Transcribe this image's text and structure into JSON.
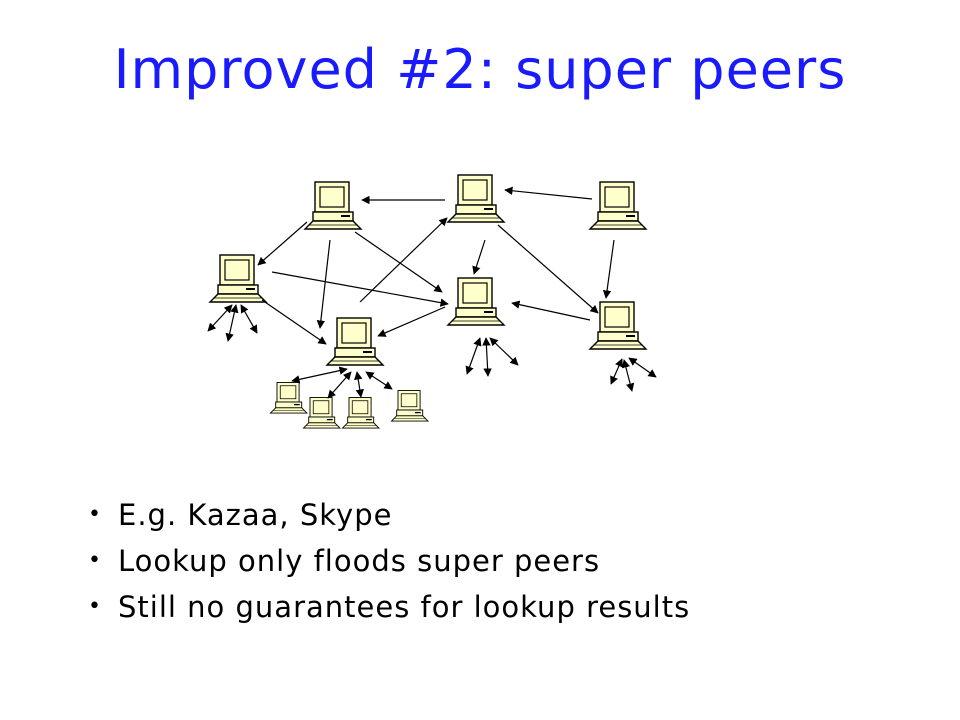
{
  "slide": {
    "title": "Improved #2: super peers",
    "bullet_marker": "•",
    "bullets": [
      "E.g. Kazaa, Skype",
      "Lookup only floods super peers",
      "Still no guarantees for lookup results"
    ]
  },
  "colors": {
    "title": "#1a1aff",
    "computer_fill": "#ffffcc",
    "line": "#000000"
  },
  "diagram": {
    "super_peers": [
      "peer-top-left",
      "peer-top-center",
      "peer-top-right",
      "peer-left",
      "peer-center",
      "peer-right",
      "peer-bottom-center"
    ],
    "ordinary_peers": [
      "leaf-1",
      "leaf-2",
      "leaf-3",
      "leaf-4"
    ],
    "icon": "desktop-computer-icon"
  }
}
